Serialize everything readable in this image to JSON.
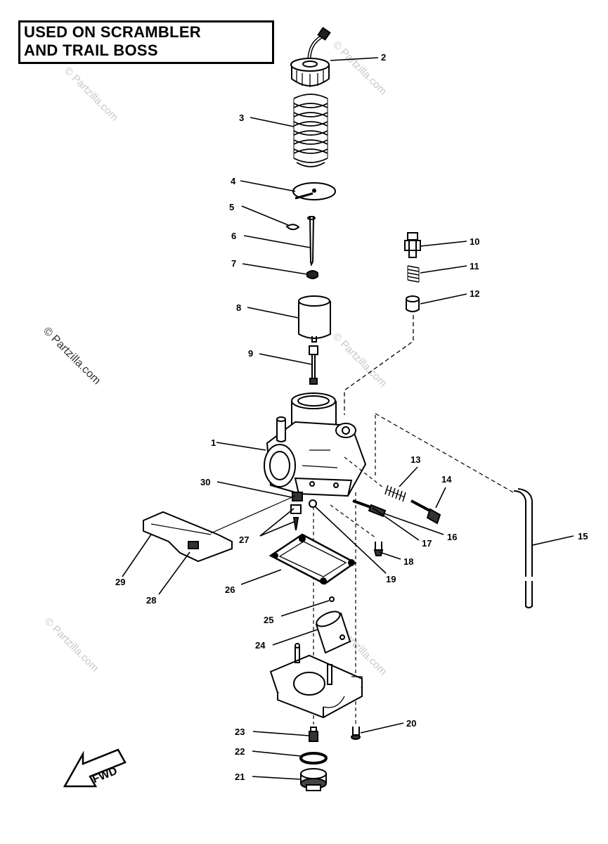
{
  "title": {
    "line1": "USED ON SCRAMBLER",
    "line2": "AND TRAIL BOSS"
  },
  "watermarks": [
    "© Partzilla.com",
    "© Partzilla.com",
    "© Partzilla.com",
    "© Partzilla.com",
    "© Partzilla.com",
    "© Partzilla.com"
  ],
  "fwd_label": "FWD",
  "callouts": [
    "1",
    "2",
    "3",
    "4",
    "5",
    "6",
    "7",
    "8",
    "9",
    "10",
    "11",
    "12",
    "13",
    "14",
    "15",
    "16",
    "17",
    "18",
    "19",
    "20",
    "21",
    "22",
    "23",
    "24",
    "25",
    "26",
    "27",
    "28",
    "29",
    "30"
  ]
}
